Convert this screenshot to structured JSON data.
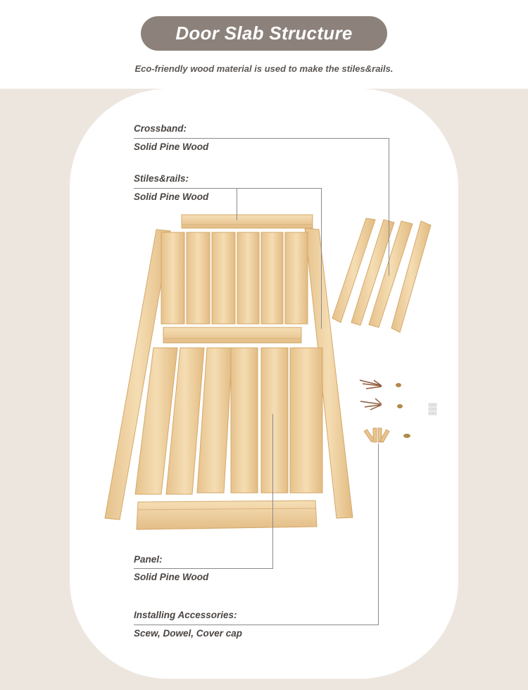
{
  "header": {
    "title": "Door Slab Structure",
    "subtitle": "Eco-friendly  wood material is used to make the stiles&rails."
  },
  "labels": {
    "crossband": {
      "name": "Crossband:",
      "material": "Solid Pine Wood"
    },
    "stiles_rails": {
      "name": "Stiles&rails:",
      "material": "Solid Pine Wood"
    },
    "panel": {
      "name": "Panel:",
      "material": "Solid Pine Wood"
    },
    "accessories": {
      "name": "Installing Accessories:",
      "material": "Scew, Dowel, Cover cap"
    }
  },
  "colors": {
    "title_pill": "#8c817b",
    "background": "#ede6df",
    "wood_light": "#f3d9ad",
    "wood_mid": "#e8c48f",
    "wood_edge": "#d4a86a"
  }
}
